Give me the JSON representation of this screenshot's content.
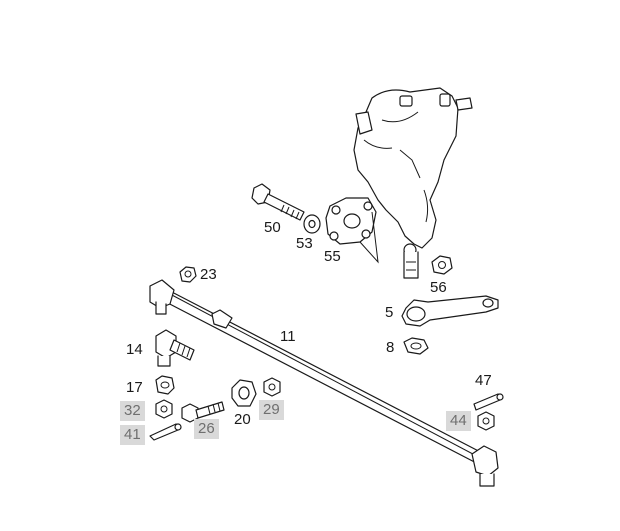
{
  "callouts": {
    "c50": "50",
    "c53": "53",
    "c55": "55",
    "c23": "23",
    "c56": "56",
    "c11": "11",
    "c5": "5",
    "c8": "8",
    "c14": "14",
    "c17": "17",
    "c32": "32",
    "c41": "41",
    "c26": "26",
    "c20": "20",
    "c29": "29",
    "c47": "47",
    "c44": "44"
  },
  "highlight_color": "#d9d9d9"
}
